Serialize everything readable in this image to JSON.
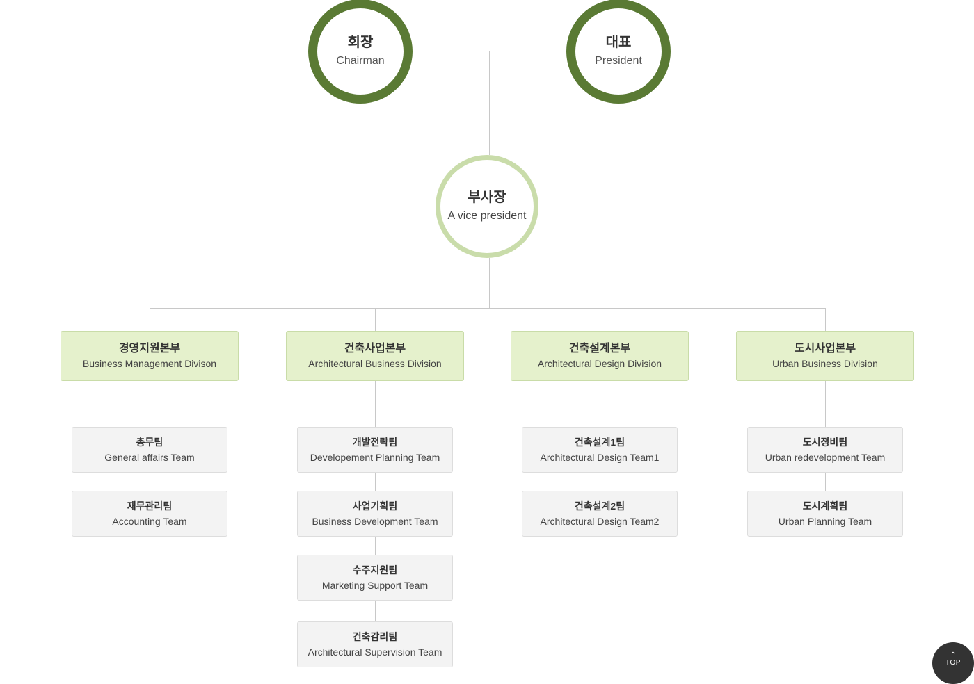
{
  "executives": [
    {
      "ko": "회장",
      "en": "Chairman"
    },
    {
      "ko": "대표",
      "en": "President"
    }
  ],
  "vice_president": {
    "ko": "부사장",
    "en": "A vice president"
  },
  "divisions": [
    {
      "ko": "경영지원본부",
      "en": "Business Management Divison",
      "teams": [
        {
          "ko": "총무팀",
          "en": "General affairs Team"
        },
        {
          "ko": "재무관리팀",
          "en": "Accounting Team"
        }
      ]
    },
    {
      "ko": "건축사업본부",
      "en": "Architectural Business Division",
      "teams": [
        {
          "ko": "개발전략팀",
          "en": "Developement Planning Team"
        },
        {
          "ko": "사업기획팀",
          "en": "Business Development Team"
        },
        {
          "ko": "수주지원팀",
          "en": "Marketing Support Team"
        },
        {
          "ko": "건축감리팀",
          "en": "Architectural Supervision Team"
        }
      ]
    },
    {
      "ko": "건축설계본부",
      "en": "Architectural Design Division",
      "teams": [
        {
          "ko": "건축설계1팀",
          "en": "Architectural Design Team1"
        },
        {
          "ko": "건축설계2팀",
          "en": "Architectural Design Team2"
        }
      ]
    },
    {
      "ko": "도시사업본부",
      "en": "Urban Business Division",
      "teams": [
        {
          "ko": "도시정비팀",
          "en": "Urban redevelopment Team"
        },
        {
          "ko": "도시계획팀",
          "en": "Urban Planning Team"
        }
      ]
    }
  ],
  "top_button": {
    "label": "TOP"
  },
  "colors": {
    "executive_ring": "#5a7a34",
    "vp_ring": "#c9dcaa",
    "division_fill": "#e5f1cc",
    "team_fill": "#f3f3f3",
    "connector": "#c8c8c8"
  }
}
